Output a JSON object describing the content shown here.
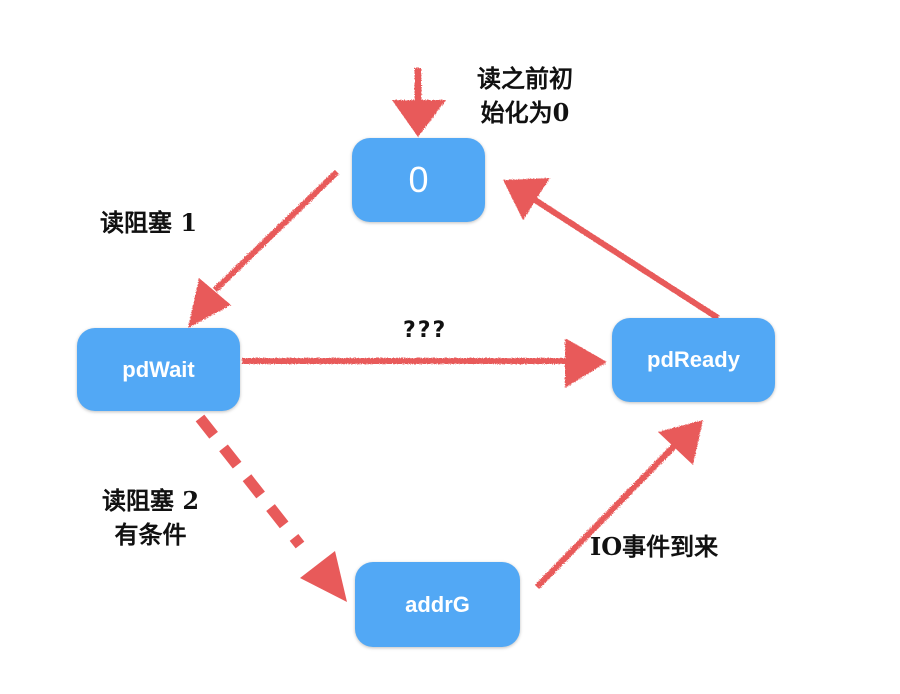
{
  "diagram": {
    "colors": {
      "node": "#52a8f5",
      "arrow": "#e85a5a",
      "text": "#111111",
      "node_text": "#ffffff"
    },
    "nodes": {
      "zero": "0",
      "pdwait": "pdWait",
      "pdready": "pdReady",
      "addrg": "addrG"
    },
    "labels": {
      "init_line1": "读之前初",
      "init_line2": "始化为0",
      "block1": "读阻塞 1",
      "unknown": "???",
      "block2_line1": "读阻塞 2",
      "block2_line2": "有条件",
      "io_event": "IO事件到来"
    },
    "edges": [
      {
        "from": "start",
        "to": "0",
        "style": "solid"
      },
      {
        "from": "0",
        "to": "pdWait",
        "label": "读阻塞 1",
        "style": "solid"
      },
      {
        "from": "pdWait",
        "to": "pdReady",
        "label": "???",
        "style": "solid"
      },
      {
        "from": "pdReady",
        "to": "0",
        "style": "solid"
      },
      {
        "from": "pdWait",
        "to": "addrG",
        "label": "读阻塞 2 有条件",
        "style": "dashed"
      },
      {
        "from": "addrG",
        "to": "pdReady",
        "label": "IO事件到来",
        "style": "solid"
      }
    ]
  }
}
